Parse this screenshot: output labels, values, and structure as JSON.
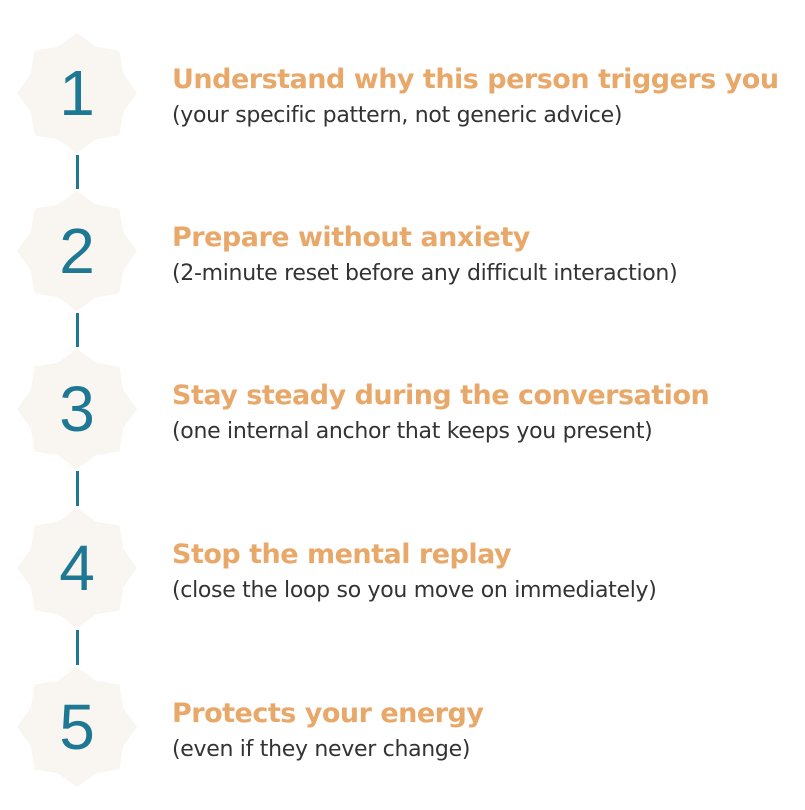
{
  "colors": {
    "accent": "#e8a86a",
    "number": "#1e7893",
    "badge": "#f9f5f1",
    "text": "#333333"
  },
  "steps": [
    {
      "number": "1",
      "title": "Understand why this person triggers you",
      "subtitle": "(your specific pattern, not generic advice)"
    },
    {
      "number": "2",
      "title": "Prepare without anxiety",
      "subtitle": "(2-minute reset before any difficult interaction)"
    },
    {
      "number": "3",
      "title": "Stay steady during the conversation",
      "subtitle": "(one internal anchor that keeps you present)"
    },
    {
      "number": "4",
      "title": "Stop the mental replay",
      "subtitle": "(close the loop so you move on immediately)"
    },
    {
      "number": "5",
      "title": "Protects your energy",
      "subtitle": "(even if they never change)"
    }
  ]
}
